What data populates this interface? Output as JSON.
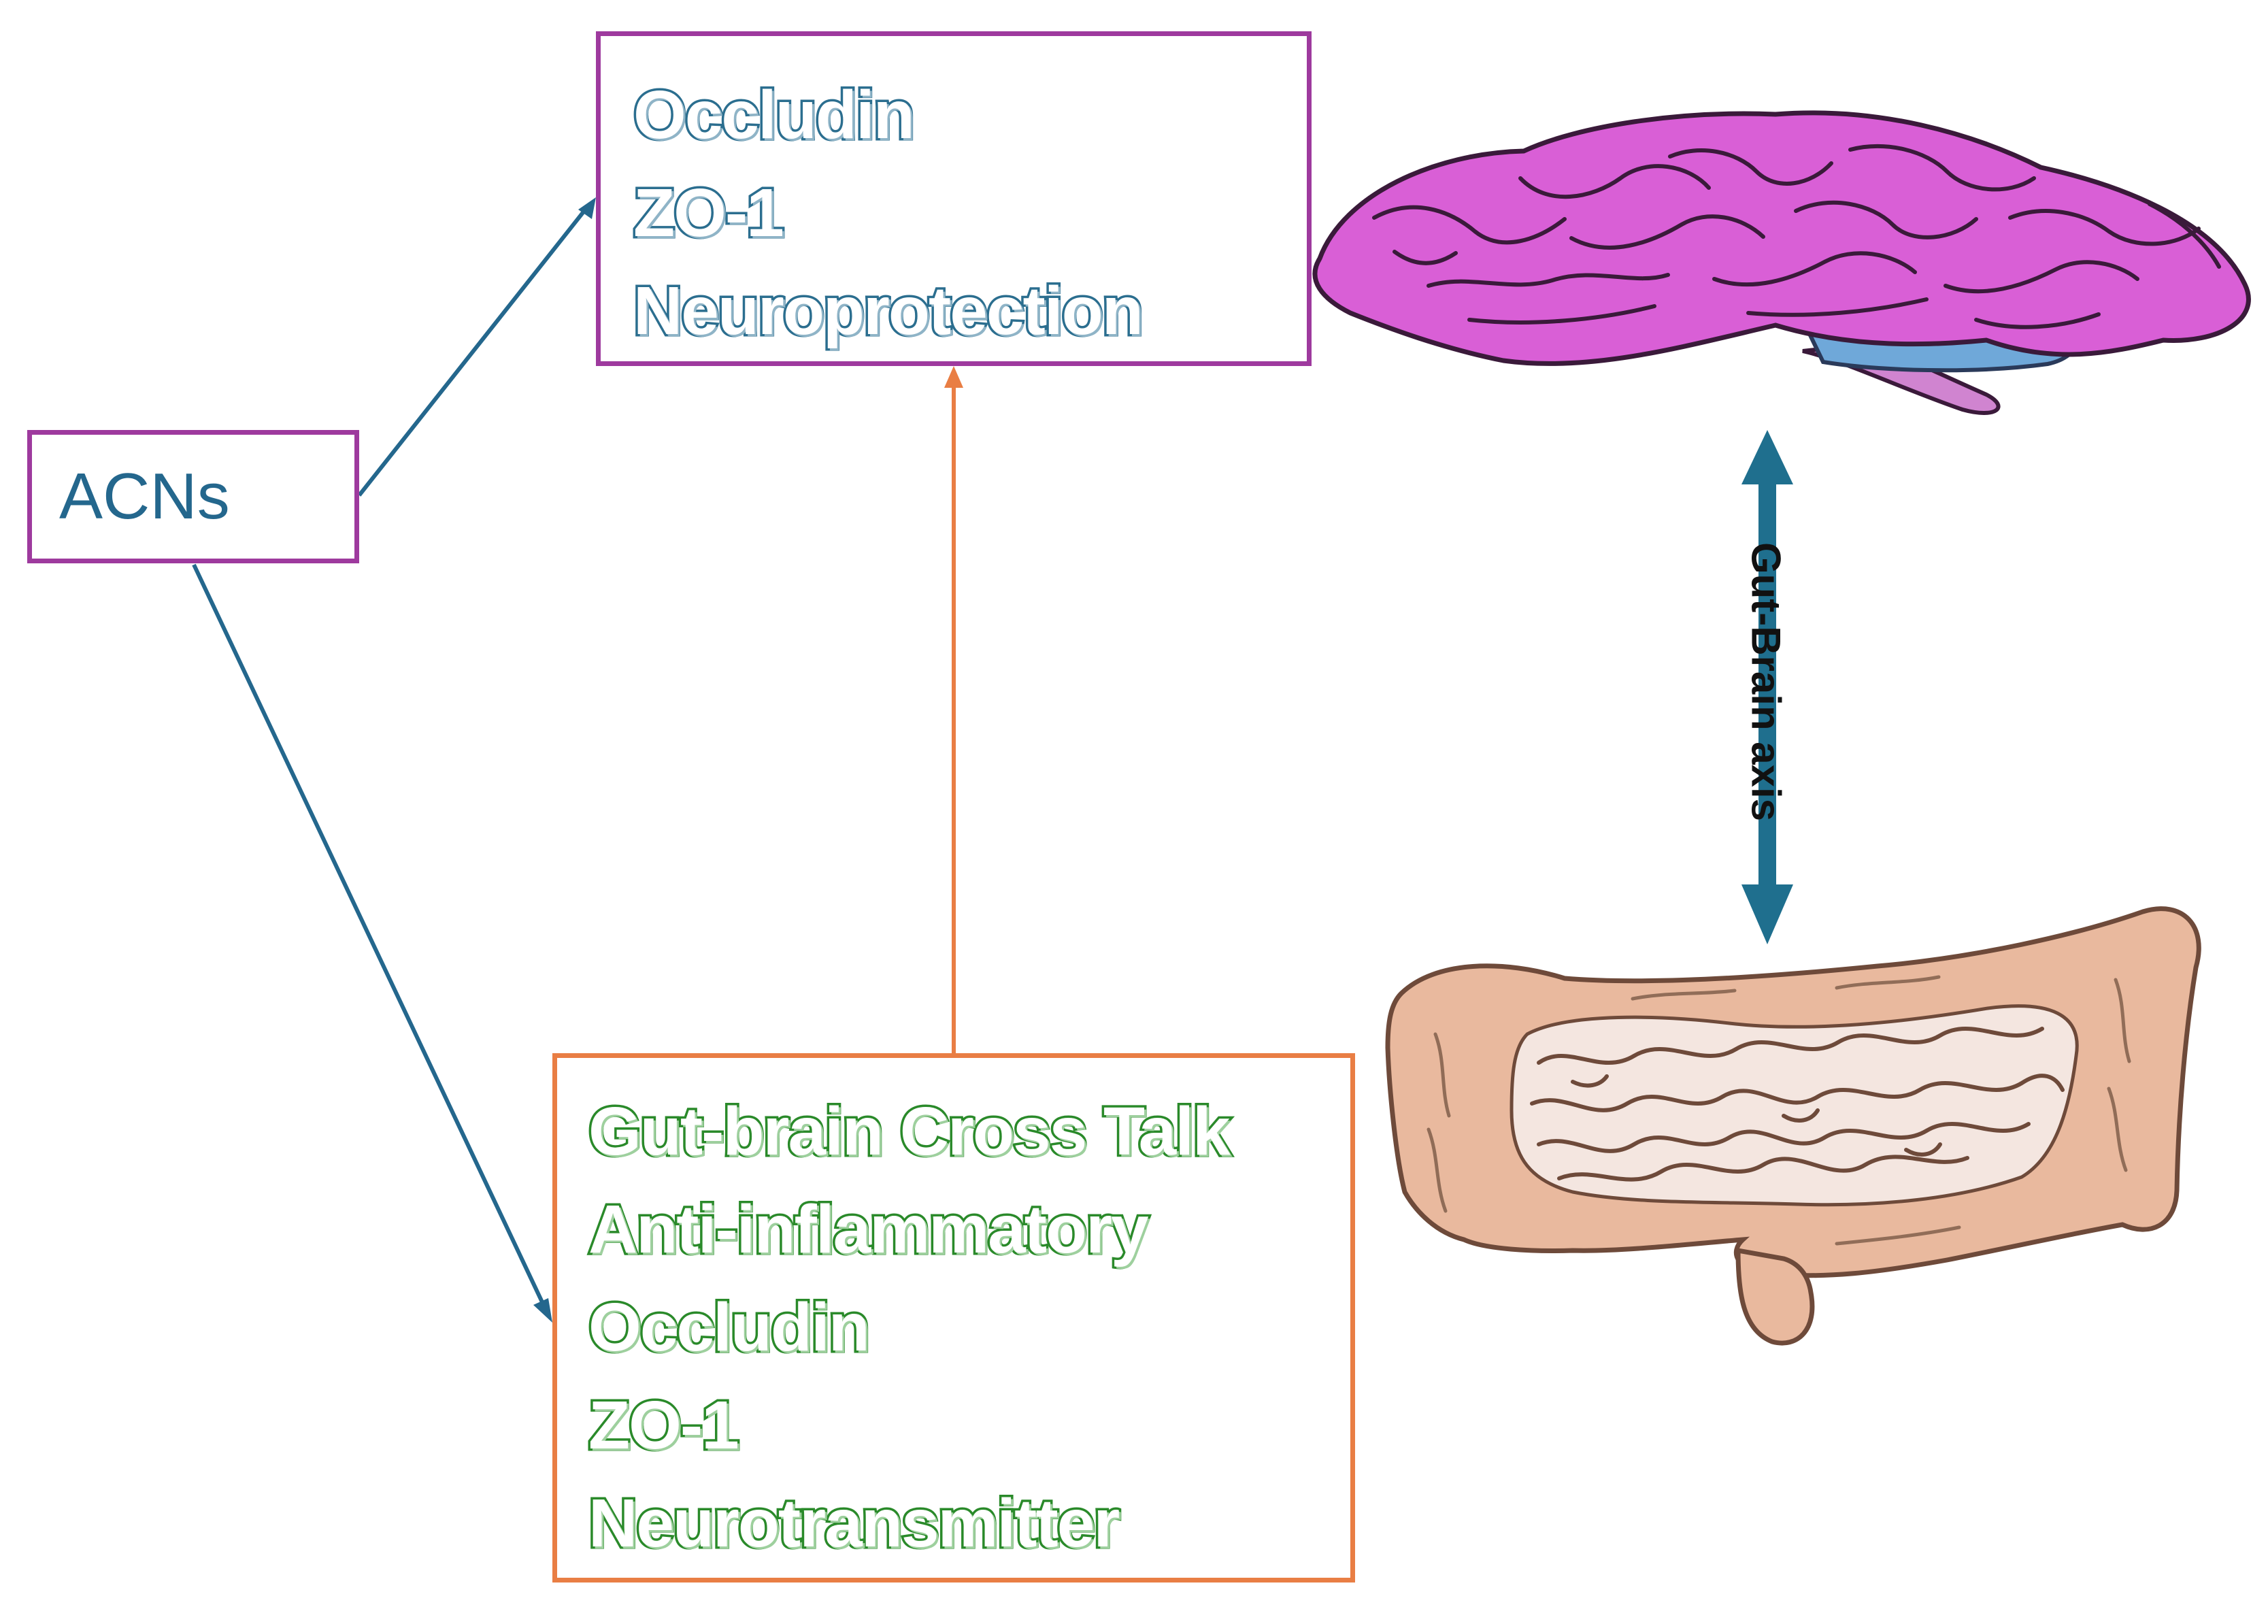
{
  "source_box": {
    "label": "ACNs"
  },
  "brain_box": {
    "lines": [
      "Occludin",
      "ZO-1",
      "Neuroprotection"
    ]
  },
  "gut_box": {
    "lines": [
      "Gut-brain Cross Talk",
      "Anti-inflammatory",
      "Occludin",
      "ZO-1",
      "Neurotransmitter"
    ]
  },
  "axis": {
    "label": "Gut-Brain axis"
  },
  "colors": {
    "purple_border": "#9e3a9e",
    "orange_border": "#e97e44",
    "teal": "#24678d",
    "green_text": "#2a8a2a",
    "brain_fill": "#d45ed8",
    "gut_fill": "#e9b596"
  },
  "illustrations": {
    "top": "brain",
    "bottom": "intestines"
  }
}
